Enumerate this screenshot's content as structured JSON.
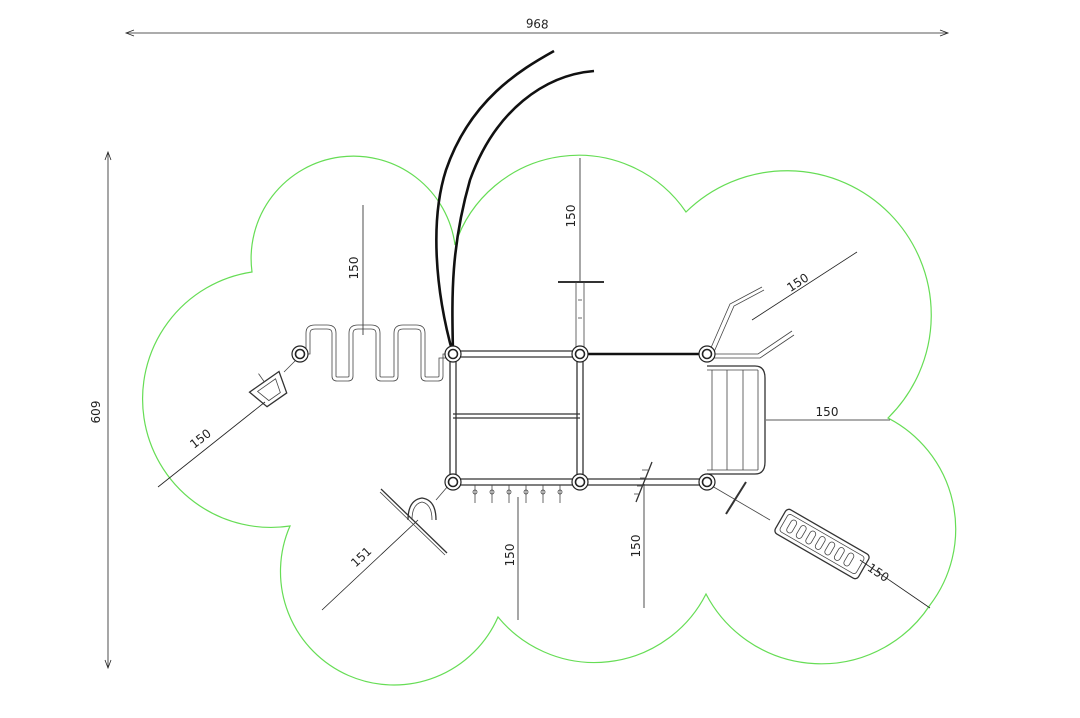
{
  "dimensions": {
    "overall_width": "968",
    "overall_height": "609",
    "zones": [
      "150",
      "150",
      "150",
      "150",
      "150",
      "151",
      "150",
      "150",
      "150"
    ]
  },
  "colors": {
    "safety_zone": "#66dd55",
    "frame": "#333333",
    "handrail": "#111111"
  }
}
